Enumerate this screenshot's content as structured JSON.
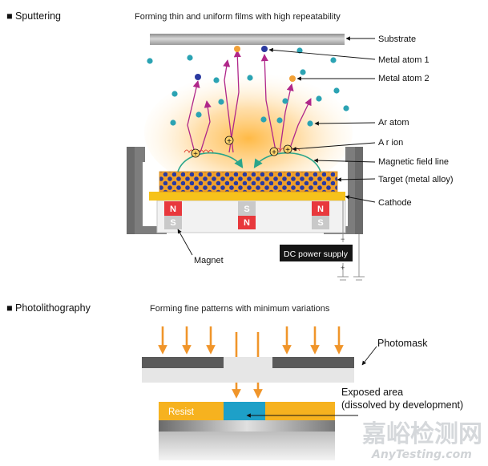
{
  "sputtering": {
    "heading": "■ Sputtering",
    "subtitle": "Forming thin and uniform films with high repeatability",
    "labels": {
      "substrate": "Substrate",
      "metal_atom_1": "Metal atom 1",
      "metal_atom_2": "Metal atom 2",
      "ar_atom": "Ar atom",
      "ar_ion": "A r ion",
      "magnetic_field_line": "Magnetic field line",
      "target": "Target (metal alloy)",
      "cathode": "Cathode",
      "magnet": "Magnet",
      "dc_power_supply": "DC power supply"
    },
    "magnet_poles": {
      "north": "N",
      "south": "S"
    },
    "polarity": {
      "minus": "−",
      "plus": "+"
    },
    "ion_charge": "+",
    "colors": {
      "ar_atom": "#2ba3b3",
      "metal_atom_1": "#2b3aa0",
      "metal_atom_2": "#f2a036",
      "ion_path": "#b0278a",
      "field_line": "#2aa58a",
      "target_dots": "#2b3aa0",
      "target_fill": "#f0a02a",
      "cathode": "#f6c21b",
      "magnet_n": "#e8383c",
      "magnet_s": "#c9c9c9",
      "plasma_glow": "#ffc05a"
    }
  },
  "photolithography": {
    "heading": "■ Photolithography",
    "subtitle": "Forming fine patterns with minimum variations",
    "labels": {
      "photomask": "Photomask",
      "exposed_area_line1": "Exposed area",
      "exposed_area_line2": "(dissolved by development)",
      "resist": "Resist"
    },
    "colors": {
      "light_arrows": "#f0952a",
      "resist": "#f6b21f",
      "exposed": "#1ea0c8",
      "mask": "#5a5a5a"
    }
  },
  "watermark": {
    "cn": "嘉峪检测网",
    "en": "AnyTesting.com"
  }
}
